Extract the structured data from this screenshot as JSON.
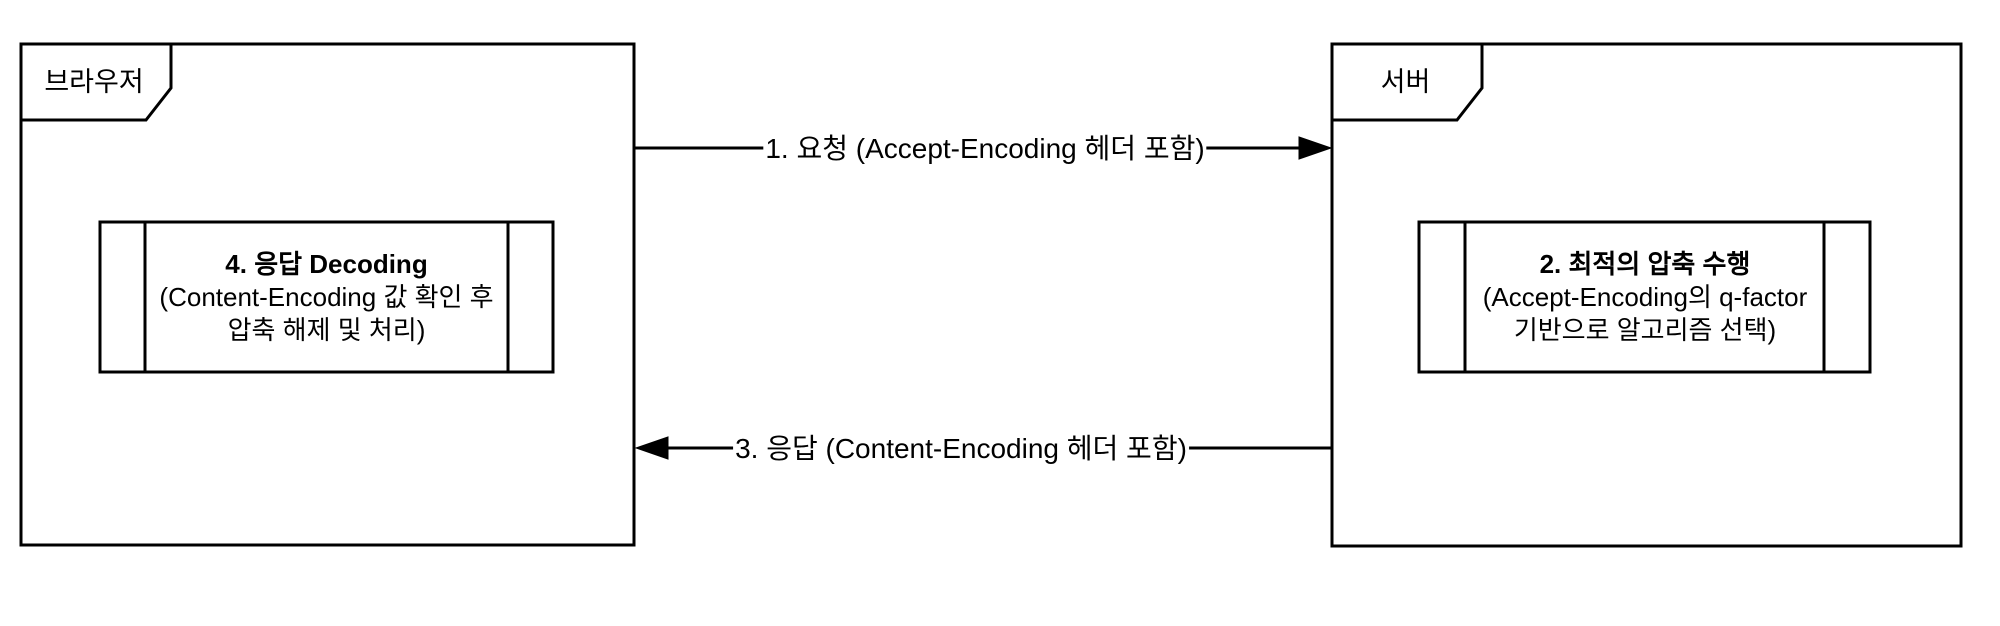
{
  "diagram": {
    "type": "sequence-flow",
    "colors": {
      "stroke": "#000000",
      "background": "#ffffff",
      "text": "#000000"
    },
    "browser_container": {
      "title": "브라우저",
      "process": {
        "title": "4. 응답 Decoding",
        "line2": "(Content-Encoding 값 확인 후",
        "line3": "압축 해제 및 처리)"
      }
    },
    "server_container": {
      "title": "서버",
      "process": {
        "title": "2. 최적의 압축 수행",
        "line2": "(Accept-Encoding의 q-factor",
        "line3": "기반으로 알고리즘 선택)"
      }
    },
    "arrows": {
      "request": {
        "label": "1. 요청 (Accept-Encoding 헤더 포함)",
        "direction": "left-to-right"
      },
      "response": {
        "label": "3. 응답 (Content-Encoding 헤더 포함)",
        "direction": "right-to-left"
      }
    }
  }
}
